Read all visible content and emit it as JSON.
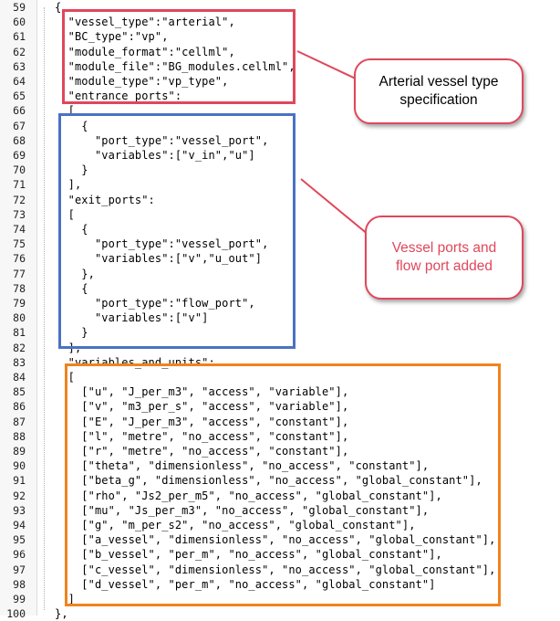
{
  "editor": {
    "lines": [
      {
        "num": "59",
        "text": "{"
      },
      {
        "num": "60",
        "text": "  \"vessel_type\":\"arterial\","
      },
      {
        "num": "61",
        "text": "  \"BC_type\":\"vp\","
      },
      {
        "num": "62",
        "text": "  \"module_format\":\"cellml\","
      },
      {
        "num": "63",
        "text": "  \"module_file\":\"BG_modules.cellml\","
      },
      {
        "num": "64",
        "text": "  \"module_type\":\"vp_type\","
      },
      {
        "num": "65",
        "text": "  \"entrance_ports\":"
      },
      {
        "num": "66",
        "text": "  ["
      },
      {
        "num": "67",
        "text": "    {"
      },
      {
        "num": "68",
        "text": "      \"port_type\":\"vessel_port\","
      },
      {
        "num": "69",
        "text": "      \"variables\":[\"v_in\",\"u\"]"
      },
      {
        "num": "70",
        "text": "    }"
      },
      {
        "num": "71",
        "text": "  ],"
      },
      {
        "num": "72",
        "text": "  \"exit_ports\":"
      },
      {
        "num": "73",
        "text": "  ["
      },
      {
        "num": "74",
        "text": "    {"
      },
      {
        "num": "75",
        "text": "      \"port_type\":\"vessel_port\","
      },
      {
        "num": "76",
        "text": "      \"variables\":[\"v\",\"u_out\"]"
      },
      {
        "num": "77",
        "text": "    },"
      },
      {
        "num": "78",
        "text": "    {"
      },
      {
        "num": "79",
        "text": "      \"port_type\":\"flow_port\","
      },
      {
        "num": "80",
        "text": "      \"variables\":[\"v\"]"
      },
      {
        "num": "81",
        "text": "    }"
      },
      {
        "num": "82",
        "text": "  ],"
      },
      {
        "num": "83",
        "text": "  \"variables_and_units\":"
      },
      {
        "num": "84",
        "text": "  ["
      },
      {
        "num": "85",
        "text": "    [\"u\", \"J_per_m3\", \"access\", \"variable\"],"
      },
      {
        "num": "86",
        "text": "    [\"v\", \"m3_per_s\", \"access\", \"variable\"],"
      },
      {
        "num": "87",
        "text": "    [\"E\", \"J_per_m3\", \"access\", \"constant\"],"
      },
      {
        "num": "88",
        "text": "    [\"l\", \"metre\", \"no_access\", \"constant\"],"
      },
      {
        "num": "89",
        "text": "    [\"r\", \"metre\", \"no_access\", \"constant\"],"
      },
      {
        "num": "90",
        "text": "    [\"theta\", \"dimensionless\", \"no_access\", \"constant\"],"
      },
      {
        "num": "91",
        "text": "    [\"beta_g\", \"dimensionless\", \"no_access\", \"global_constant\"],"
      },
      {
        "num": "92",
        "text": "    [\"rho\", \"Js2_per_m5\", \"no_access\", \"global_constant\"],"
      },
      {
        "num": "93",
        "text": "    [\"mu\", \"Js_per_m3\", \"no_access\", \"global_constant\"],"
      },
      {
        "num": "94",
        "text": "    [\"g\", \"m_per_s2\", \"no_access\", \"global_constant\"],"
      },
      {
        "num": "95",
        "text": "    [\"a_vessel\", \"dimensionless\", \"no_access\", \"global_constant\"],"
      },
      {
        "num": "96",
        "text": "    [\"b_vessel\", \"per_m\", \"no_access\", \"global_constant\"],"
      },
      {
        "num": "97",
        "text": "    [\"c_vessel\", \"dimensionless\", \"no_access\", \"global_constant\"],"
      },
      {
        "num": "98",
        "text": "    [\"d_vessel\", \"per_m\", \"no_access\", \"global_constant\"]"
      },
      {
        "num": "99",
        "text": "  ]"
      },
      {
        "num": "100",
        "text": "},"
      }
    ]
  },
  "annotations": {
    "arterial_callout": "Arterial vessel type specification",
    "ports_callout": "Vessel ports and flow port added",
    "colors": {
      "red_box": "#e0475b",
      "blue_box": "#4a72c4",
      "orange_box": "#f0831e",
      "callout_text_black": "#000000",
      "callout_text_red": "#e0475b"
    }
  }
}
